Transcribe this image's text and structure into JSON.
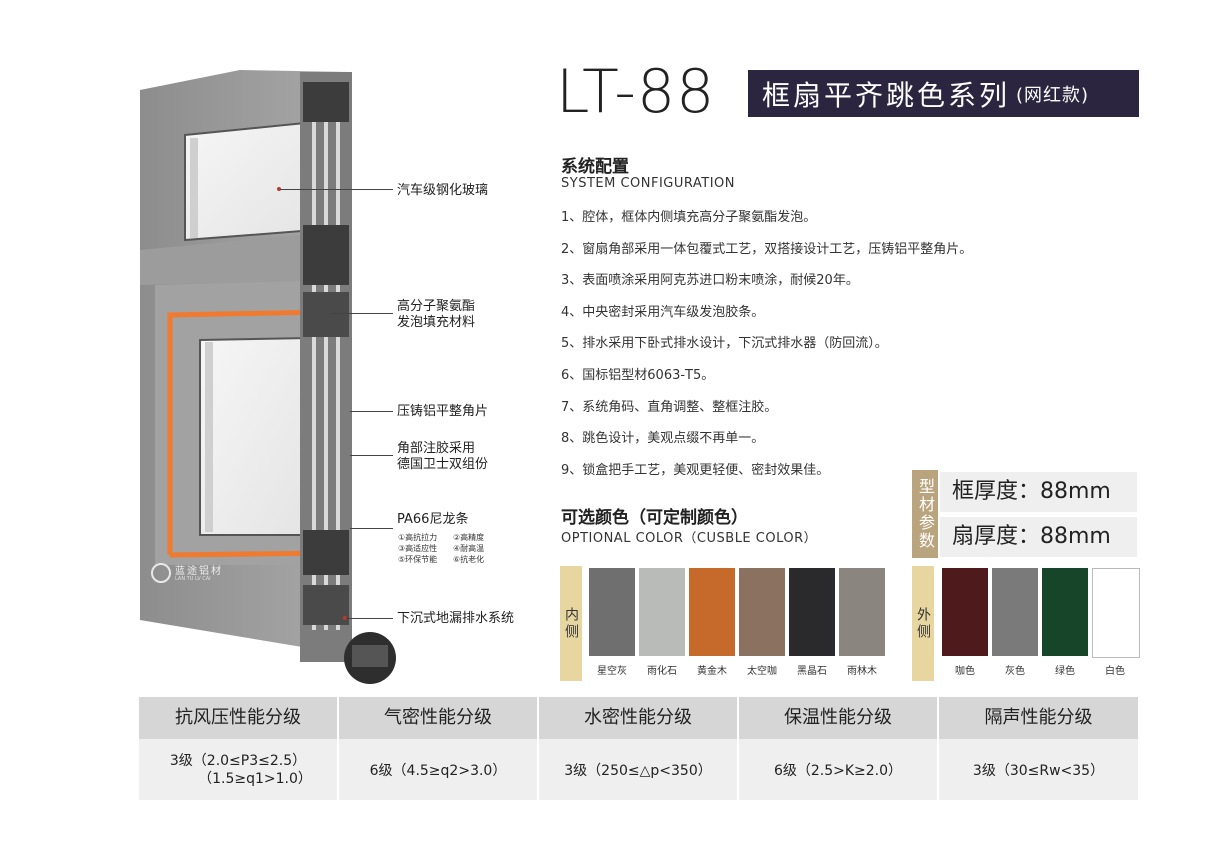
{
  "header": {
    "model": "LT-88",
    "series_name": "框扇平齐跳色系列",
    "series_tag": "(网红款)"
  },
  "illustration": {
    "callouts": [
      "汽车级钢化玻璃",
      "高分子聚氨酯",
      "发泡填充材料",
      "压铸铝平整角片",
      "角部注胶采用",
      "德国卫士双组份",
      "PA66尼龙条",
      "下沉式地漏排水系统"
    ],
    "pa66_features": [
      "①高抗拉力",
      "②高精度",
      "③高适应性",
      "④耐高温",
      "⑤环保节能",
      "⑥抗老化"
    ],
    "brand_name": "蓝途铝材",
    "brand_sub": "LAN TU LV CAI"
  },
  "system_config": {
    "title": "系统配置",
    "subtitle": "SYSTEM CONFIGURATION",
    "items": [
      "1、腔体，框体内侧填充高分子聚氨酯发泡。",
      "2、窗扇角部采用一体包覆式工艺，双搭接设计工艺，压铸铝平整角片。",
      "3、表面喷涂采用阿克苏进口粉末喷涂，耐候20年。",
      "4、中央密封采用汽车级发泡胶条。",
      "5、排水采用下卧式排水设计，下沉式排水器（防回流）。",
      "6、国标铝型材6063-T5。",
      "7、系统角码、直角调整、整框注胶。",
      "8、跳色设计，美观点缀不再单一。",
      "9、锁盒把手工艺，美观更轻便、密封效果佳。"
    ]
  },
  "profile_params": {
    "label": "型材参数",
    "frame_thickness": "框厚度：88mm",
    "sash_thickness": "扇厚度：88mm"
  },
  "colors": {
    "title": "可选颜色（可定制颜色）",
    "subtitle": "OPTIONAL COLOR（CUSBLE COLOR）",
    "inner_label": "内侧",
    "outer_label": "外侧",
    "inner": [
      {
        "name": "星空灰",
        "color": "#6f6f70"
      },
      {
        "name": "雨化石",
        "color": "#b9bbb8"
      },
      {
        "name": "黄金木",
        "color": "#c66a2b"
      },
      {
        "name": "太空咖",
        "color": "#8a7160"
      },
      {
        "name": "黑晶石",
        "color": "#2a2a2c"
      },
      {
        "name": "雨林木",
        "color": "#8a857e"
      }
    ],
    "outer": [
      {
        "name": "咖色",
        "color": "#4e1a1c"
      },
      {
        "name": "灰色",
        "color": "#7a7a7a"
      },
      {
        "name": "绿色",
        "color": "#17452a"
      },
      {
        "name": "白色",
        "color": "#ffffff"
      }
    ]
  },
  "performance": {
    "headers": [
      "抗风压性能分级",
      "气密性能分级",
      "水密性能分级",
      "保温性能分级",
      "隔声性能分级"
    ],
    "values": [
      [
        "3级（2.0≤P3≤2.5）",
        "（1.5≥q1>1.0）"
      ],
      [
        "6级（4.5≥q2>3.0）"
      ],
      [
        "3级（250≤△p<350）"
      ],
      [
        "6级（2.5>K≥2.0）"
      ],
      [
        "3级（30≤Rw<35）"
      ]
    ]
  },
  "accent_colors": {
    "header_bg": "#2b2540",
    "profile_label_bg": "#b9a47e",
    "side_label_bg": "#e8d6a0",
    "leader_dot": "#c0392b",
    "orange_highlight": "#f07a2f"
  }
}
